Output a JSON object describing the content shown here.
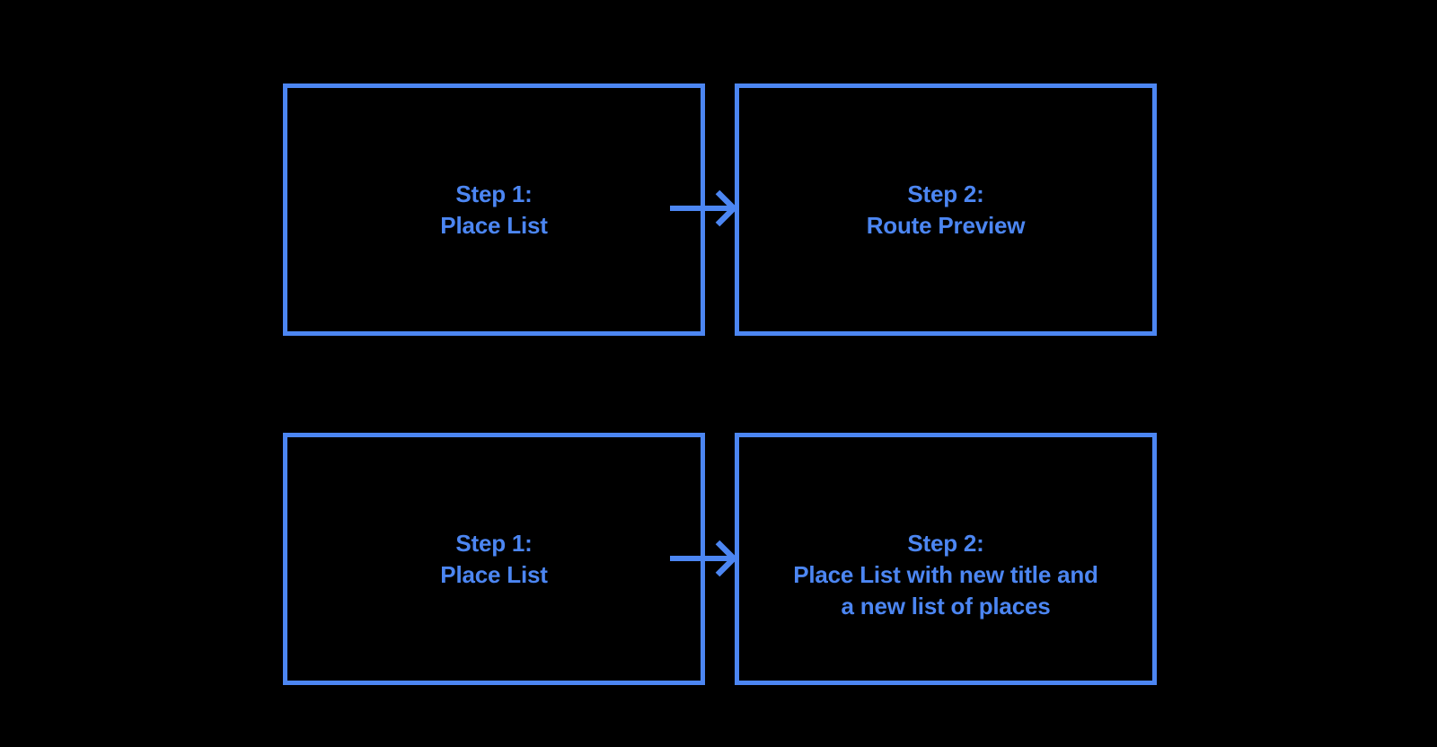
{
  "colors": {
    "accent": "#4C86F2",
    "background": "#000000"
  },
  "flow": {
    "row1": {
      "step1": {
        "line1": "Step 1:",
        "line2": "Place List"
      },
      "step2": {
        "line1": "Step 2:",
        "line2": "Route Preview"
      }
    },
    "row2": {
      "step1": {
        "line1": "Step 1:",
        "line2": "Place List"
      },
      "step2": {
        "line1": "Step 2:",
        "line2": "Place List with new title and",
        "line3": "a new list of places"
      }
    }
  }
}
